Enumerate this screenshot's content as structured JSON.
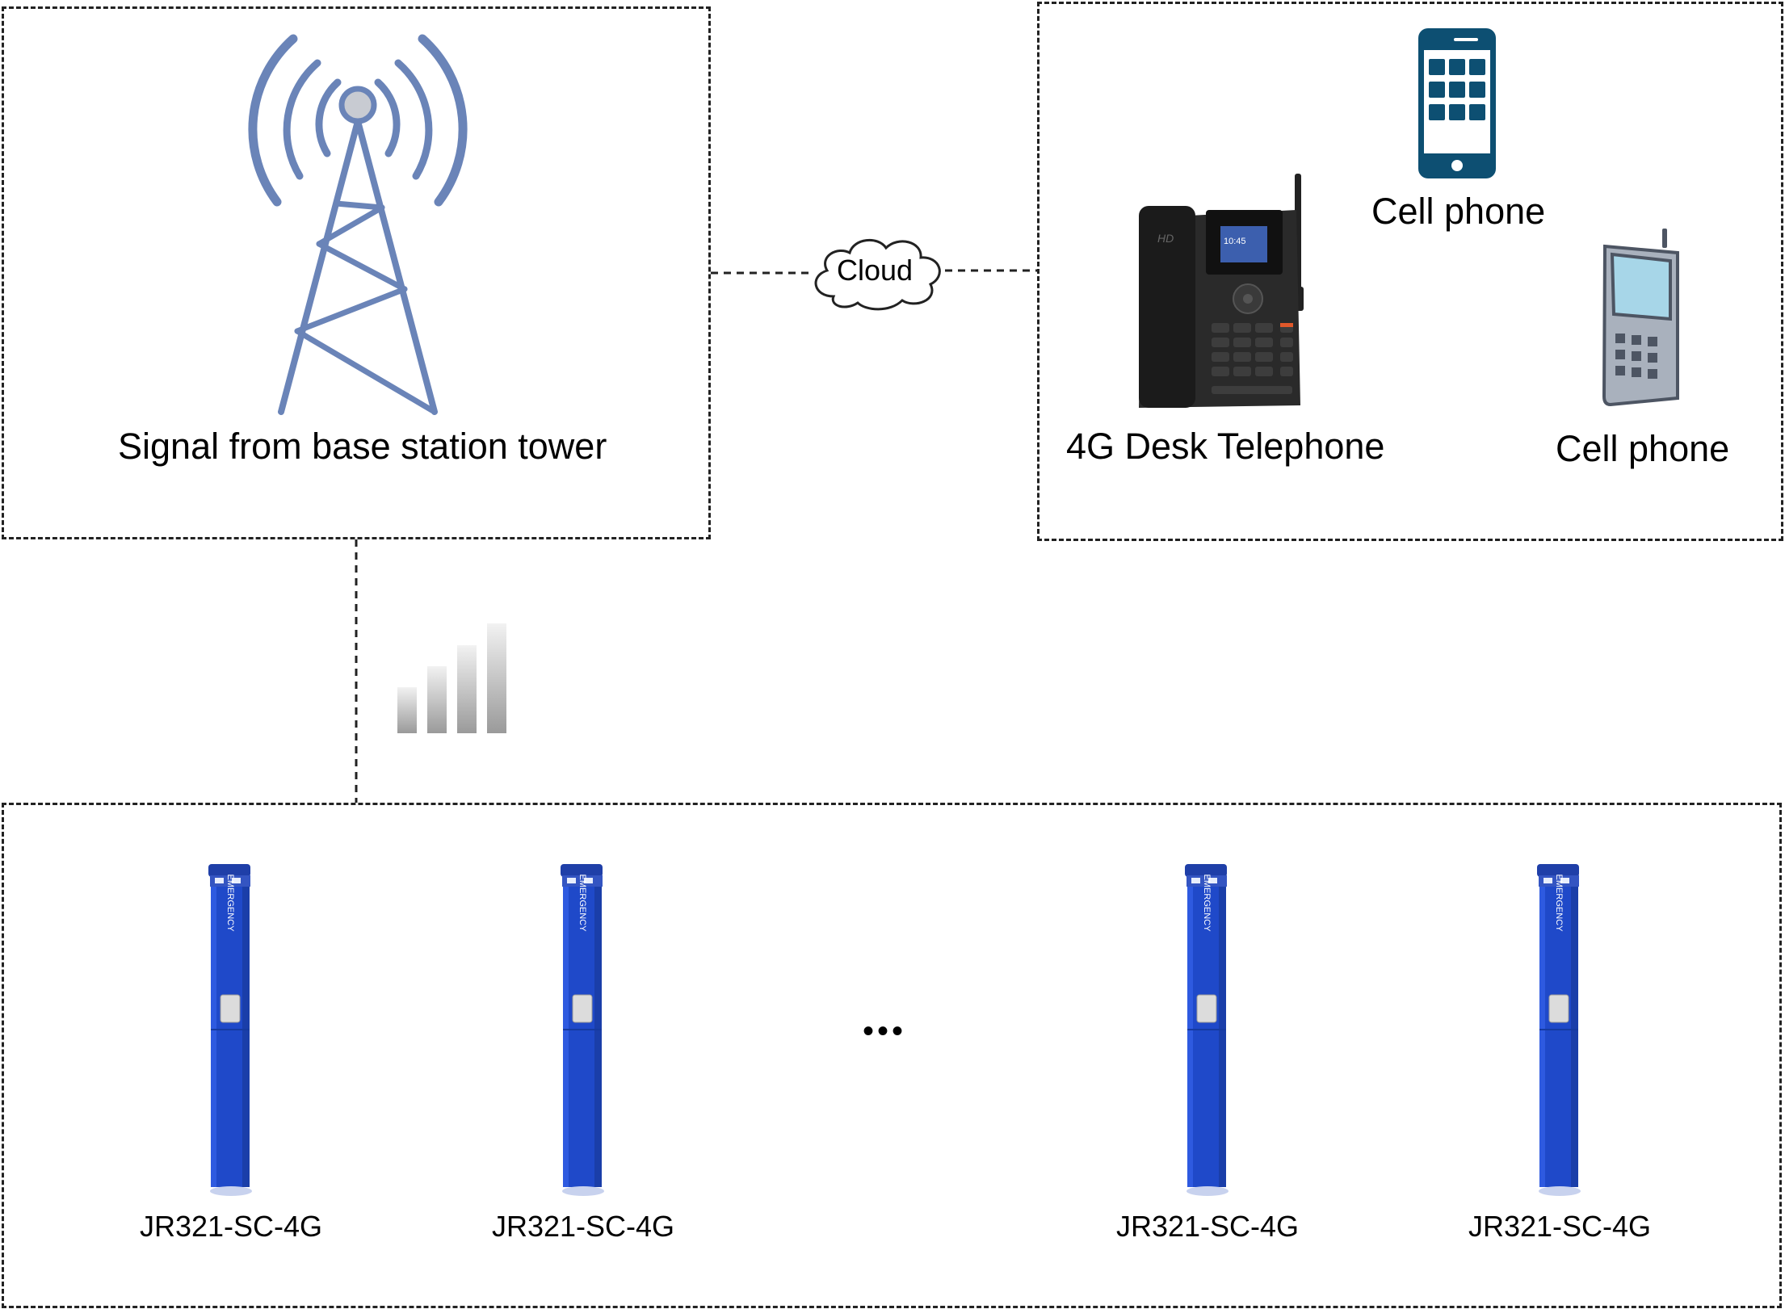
{
  "tower": {
    "label": "Signal from base station tower"
  },
  "cloud": {
    "label": "Cloud"
  },
  "desk_phone": {
    "label": "4G Desk Telephone",
    "screen_time": "10:45",
    "badge": "HD"
  },
  "phones": [
    {
      "label": "Cell phone"
    },
    {
      "label": "Cell phone"
    }
  ],
  "pillars": [
    {
      "label": "JR321-SC-4G",
      "text": "EMERGENCY"
    },
    {
      "label": "JR321-SC-4G",
      "text": "EMERGENCY"
    },
    {
      "label": "JR321-SC-4G",
      "text": "EMERGENCY"
    },
    {
      "label": "JR321-SC-4G",
      "text": "EMERGENCY"
    }
  ],
  "ellipsis": "•••",
  "colors": {
    "tower": "#6a84b8",
    "pillar": "#1f49c9",
    "smartphone": "#0d4f72",
    "handset": "#a9b1bd"
  }
}
